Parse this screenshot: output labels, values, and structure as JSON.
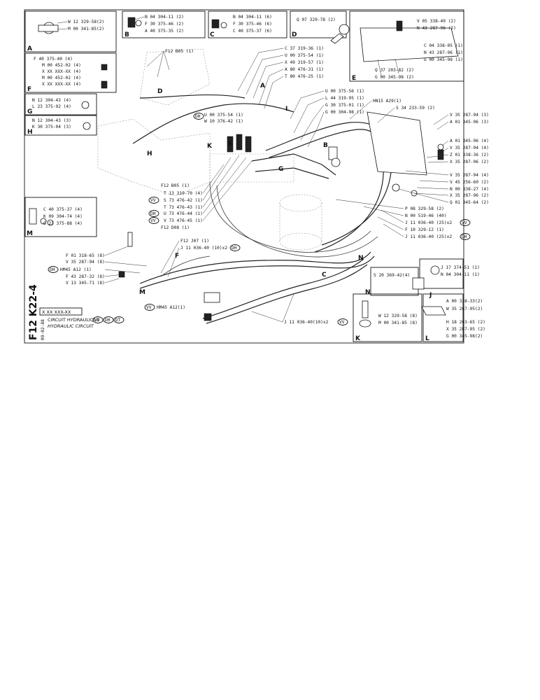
{
  "sheet_ref": "F12 K22-4",
  "sheet_date": "09-02-88",
  "part_no": "X XX XXX-XX",
  "title_fr": "CIRCUIT HYDRAULIQUE",
  "title_en": "HYDRAULIC CIRCUIT",
  "title_badges": [
    "VV",
    "DH",
    "DT"
  ],
  "insets": {
    "A": {
      "letter": "A",
      "parts": [
        "W 12 329-58(2)",
        "M 00 341-85(2)"
      ]
    },
    "B": {
      "letter": "B",
      "parts": [
        "N 04 304-11 (2)",
        "F 30 375-46 (2)",
        "A 40 375-35 (2)"
      ]
    },
    "C": {
      "letter": "C",
      "parts": [
        "N 04 304-11 (6)",
        "F 30 375-46 (6)",
        "C 40 375-37 (6)"
      ]
    },
    "D": {
      "letter": "D",
      "parts": [
        "Q 07 329-78 (2)"
      ]
    },
    "E": {
      "letter": "E",
      "parts": [
        "V 05 338-49 (2)",
        "N 43 287-96 (2)",
        "C 04 338-05 (1)",
        "N 43 287-96 (1)",
        "G 00 345-98 (1)",
        "Q 37 203-82 (2)",
        "G 00 345-98 (2)"
      ]
    },
    "F": {
      "letter": "F",
      "parts": [
        "F 40 375-40 (4)",
        "M 00 452-02 (4)",
        "X XX XXX-XX (4)",
        "M 00 452-02 (4)",
        "X XX XXX-XX (4)"
      ]
    },
    "G": {
      "letter": "G",
      "parts": [
        "N 12 304-43 (4)",
        "L 23 375-92 (4)"
      ]
    },
    "H": {
      "letter": "H",
      "parts": [
        "N 12 304-43 (3)",
        "K 30 375-04 (3)"
      ]
    },
    "M": {
      "letter": "M",
      "parts": [
        "C 40 375-37 (4)",
        "K 09 304-74 (4)",
        "G 23 375-88 (4)"
      ]
    },
    "J": {
      "letter": "J",
      "parts": [
        "J 17 374-51 (1)",
        "N 04 304-11 (1)"
      ]
    },
    "N": {
      "letter": "N",
      "parts": [
        "S 20 369-42(4)"
      ]
    },
    "K": {
      "letter": "K",
      "parts": [
        "W 12 329-58 (8)",
        "M 00 341-85 (8)"
      ]
    },
    "L": {
      "letter": "L",
      "parts": [
        "A 00 338-33(2)",
        "W 35 287-95(2)",
        "H 18 203-65 (2)",
        "X 35 287-95 (2)",
        "G 00 345-98(2)"
      ]
    }
  },
  "callouts_top": [
    "C 37 319-36 (1)",
    "U 00 375-54 (1)",
    "X 49 319-57 (1)",
    "A 80 476-31 (1)",
    "T 80 476-25 (1)"
  ],
  "callouts_mid": [
    "U 00 375-56 (1)",
    "L 44 319-95 (1)",
    "G 30 375-01 (1)",
    "G 00 304-98 (1)"
  ],
  "callouts_dh": [
    "U 00 375-54 (1)",
    "W 10 376-42 (1)"
  ],
  "callout_hn15": "HN15 A29(1)",
  "callout_s34": "S 34 233-59 (2)",
  "right_parts": [
    "V 35 287-94 (3)",
    "A 01 345-96 (3)",
    "A 01 345-96 (4)",
    "V 35 287-94 (4)",
    "Z 01 338-36 (2)",
    "X 35 287-96 (2)",
    "V 35 287-94 (4)",
    "V 45 256-60 (2)",
    "N 00 338-27 (4)",
    "X 35 287-96 (2)",
    "Q 01 345-64 (2)"
  ],
  "lower_right_parts": [
    "P 08 329-58 (2)",
    "N 00 519-46 (40)",
    "J 11 036-40 (25)x2",
    "F 10 329-12 (1)",
    "J 11 036-40 (25)x2"
  ],
  "lower_right_badges": [
    "VV",
    "DH"
  ],
  "left_mid_parts": [
    "F12 B05 (1)",
    "T 13 319-70 (4)",
    "S 73 476-42 (1)",
    "T 73 476-43 (1)",
    "U 73 476-44 (1)",
    "V 73 476-45 (1)",
    "F12 D08 (1)"
  ],
  "left_mid_badges": [
    "VV",
    "DH",
    "VV"
  ],
  "top_f12": "F12 B05 (1)",
  "lower_left_parts": [
    "F 01 318-65 (8)",
    "V 35 287-94 (8)",
    "HM45 A12 (1)",
    "F 43 287-32 (8)",
    "V 13 345-71 (8)"
  ],
  "lower_left_badge": "DH",
  "lower_center": [
    "F12 J07 (1)",
    "J 11 036-40 (10)x2"
  ],
  "lower_center_badge": "DH",
  "hm45_bottom": "HM45 A12(1)",
  "hm45_bottom_badge": "VV",
  "bottom_hose": "J 11 036-40(10)x2",
  "bottom_hose_badge": "VV",
  "diagram_letters": [
    "A",
    "B",
    "C",
    "D",
    "E",
    "F",
    "G",
    "H",
    "K",
    "L",
    "M",
    "N"
  ]
}
